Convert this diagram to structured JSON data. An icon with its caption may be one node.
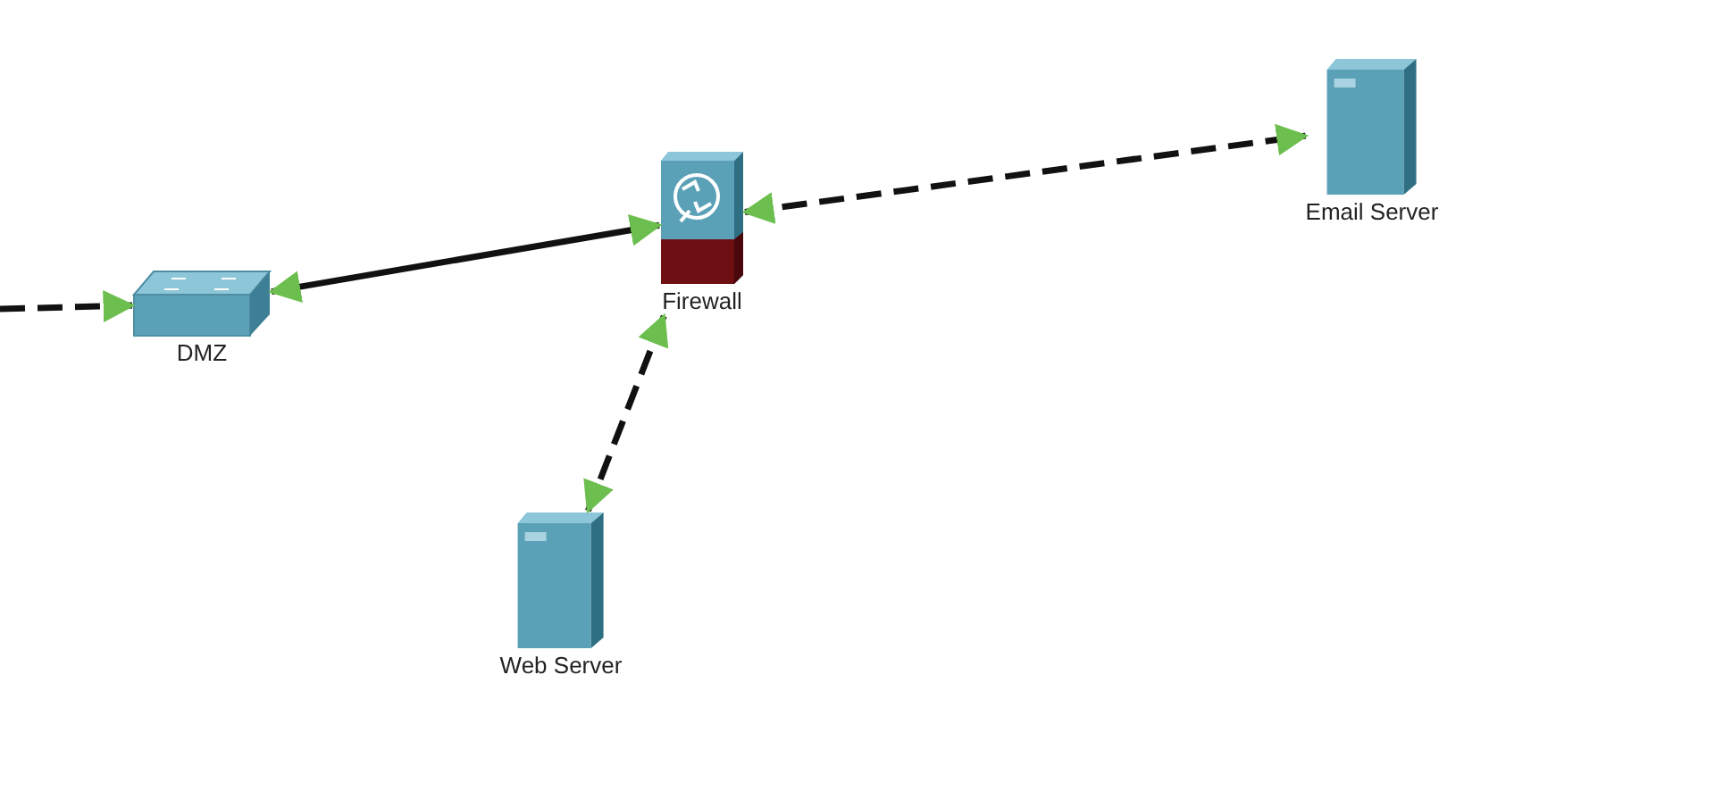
{
  "diagram": {
    "nodes": [
      {
        "text": [
          "DMZ"
        ]
      },
      {
        "text": [
          "Firewall"
        ]
      },
      {
        "text": [
          "Email Server"
        ]
      },
      {
        "text": [
          "Web Server"
        ]
      }
    ],
    "edges": [
      {
        "from": null,
        "to": 0,
        "arrow": "to",
        "style": "dashed"
      },
      {
        "from": 0,
        "to": 1,
        "arrow": "both"
      },
      {
        "from": 1,
        "to": 2,
        "arrow": "both",
        "style": "dashed"
      },
      {
        "from": 1,
        "to": 3,
        "arrow": "both",
        "style": "dashed"
      }
    ]
  }
}
